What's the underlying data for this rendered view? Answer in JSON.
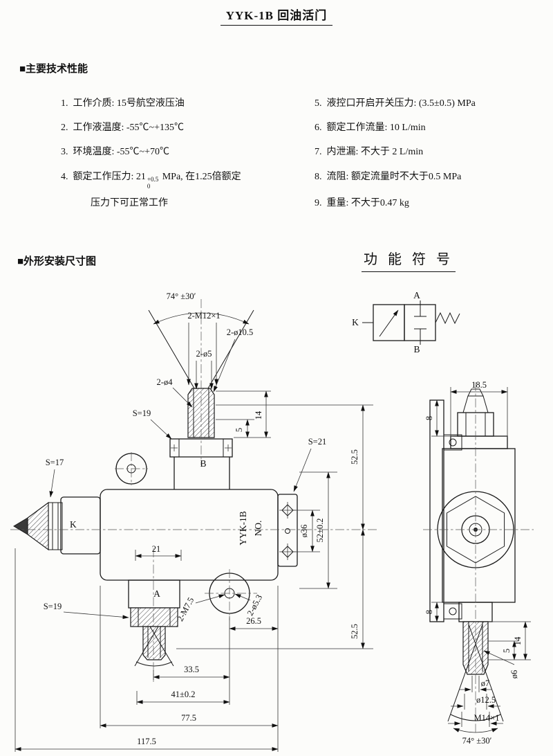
{
  "title": "YYK-1B  回油活门",
  "tech": {
    "heading": "■主要技术性能",
    "left": [
      {
        "num": "1.",
        "text": "工作介质: 15号航空液压油"
      },
      {
        "num": "2.",
        "text": "工作液温度: -55℃~+135℃"
      },
      {
        "num": "3.",
        "text": "环境温度: -55℃~+70℃"
      },
      {
        "num": "4.",
        "pre": "额定工作压力: 21",
        "sup": "+0.5",
        "sub": "0",
        "post": " MPa, 在1.25倍额定",
        "line2": "压力下可正常工作"
      }
    ],
    "right": [
      {
        "num": "5.",
        "text": "液控口开启开关压力: (3.5±0.5) MPa"
      },
      {
        "num": "6.",
        "text": "额定工作流量: 10 L/min"
      },
      {
        "num": "7.",
        "text": "内泄漏: 不大于 2 L/min"
      },
      {
        "num": "8.",
        "text": "流阻: 额定流量时不大于0.5 MPa"
      },
      {
        "num": "9.",
        "text": "重量: 不大于0.47 kg"
      }
    ]
  },
  "outline_heading": "■外形安装尺寸图",
  "symbol": {
    "heading": "功 能 符 号",
    "port_a": "A",
    "port_b": "B",
    "port_k": "K"
  },
  "main_view": {
    "angle": "74° ±30′",
    "thread_top": "2-M12×1",
    "dia_105": "2-ø10.5",
    "dia_5": "2-ø5",
    "dia_4": "2-ø4",
    "s19_top": "S=19",
    "s17": "S=17",
    "s21": "S=21",
    "s19_bottom": "S=19",
    "port_b": "B",
    "port_k": "K",
    "port_a": "A",
    "model": "YYK-1B",
    "no": "NO.",
    "dim_21": "21",
    "dim_5": "5",
    "dim_14": "14",
    "dim_52_5_top": "52.5",
    "dim_52_tol": "52±0.2",
    "dia_36": "ø36",
    "dim_52_5_bottom": "52.5",
    "thread_m75": "2-M7.5",
    "dia_53": "2-ø5.3",
    "dim_26_5": "26.5",
    "dim_33_5": "33.5",
    "dim_41": "41±0.2",
    "dim_77_5": "77.5",
    "dim_117_5": "117.5"
  },
  "side_view": {
    "dim_18_5": "18.5",
    "dim_8_top": "8",
    "dim_8_bottom": "8",
    "dim_14": "14",
    "dim_5": "5",
    "dia_6": "ø6",
    "dia_7": "ø7",
    "dia_12_5": "ø12.5",
    "thread": "M14×1",
    "angle": "74° ±30′"
  }
}
